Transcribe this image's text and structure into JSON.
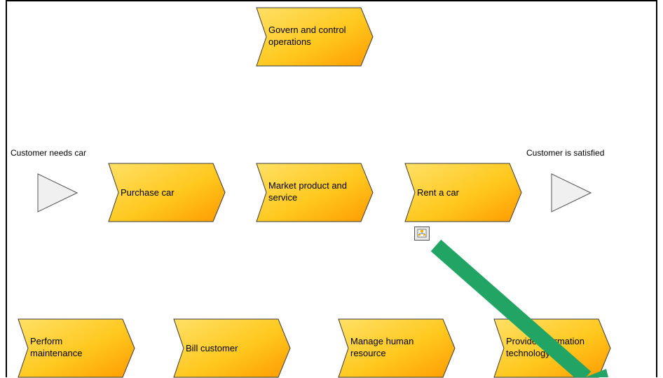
{
  "diagram": {
    "functions": {
      "govern": "Govern and control\noperations",
      "purchase": "Purchase car",
      "market": "Market product and\nservice",
      "rent": "Rent a car",
      "maintenance": "Perform\nmaintenance",
      "bill": "Bill customer",
      "hr": "Manage human\nresource",
      "it": "Provide information\ntechnology"
    },
    "events": {
      "start": "Customer needs car",
      "end": "Customer is satisfied"
    },
    "colors": {
      "function_top": "#FFE066",
      "function_bottom": "#FF9A00",
      "event_fill": "#F0F0F0",
      "overlay_stroke": "#22A564"
    },
    "icons": {
      "assignment": "org-chart-assignment-icon"
    }
  }
}
